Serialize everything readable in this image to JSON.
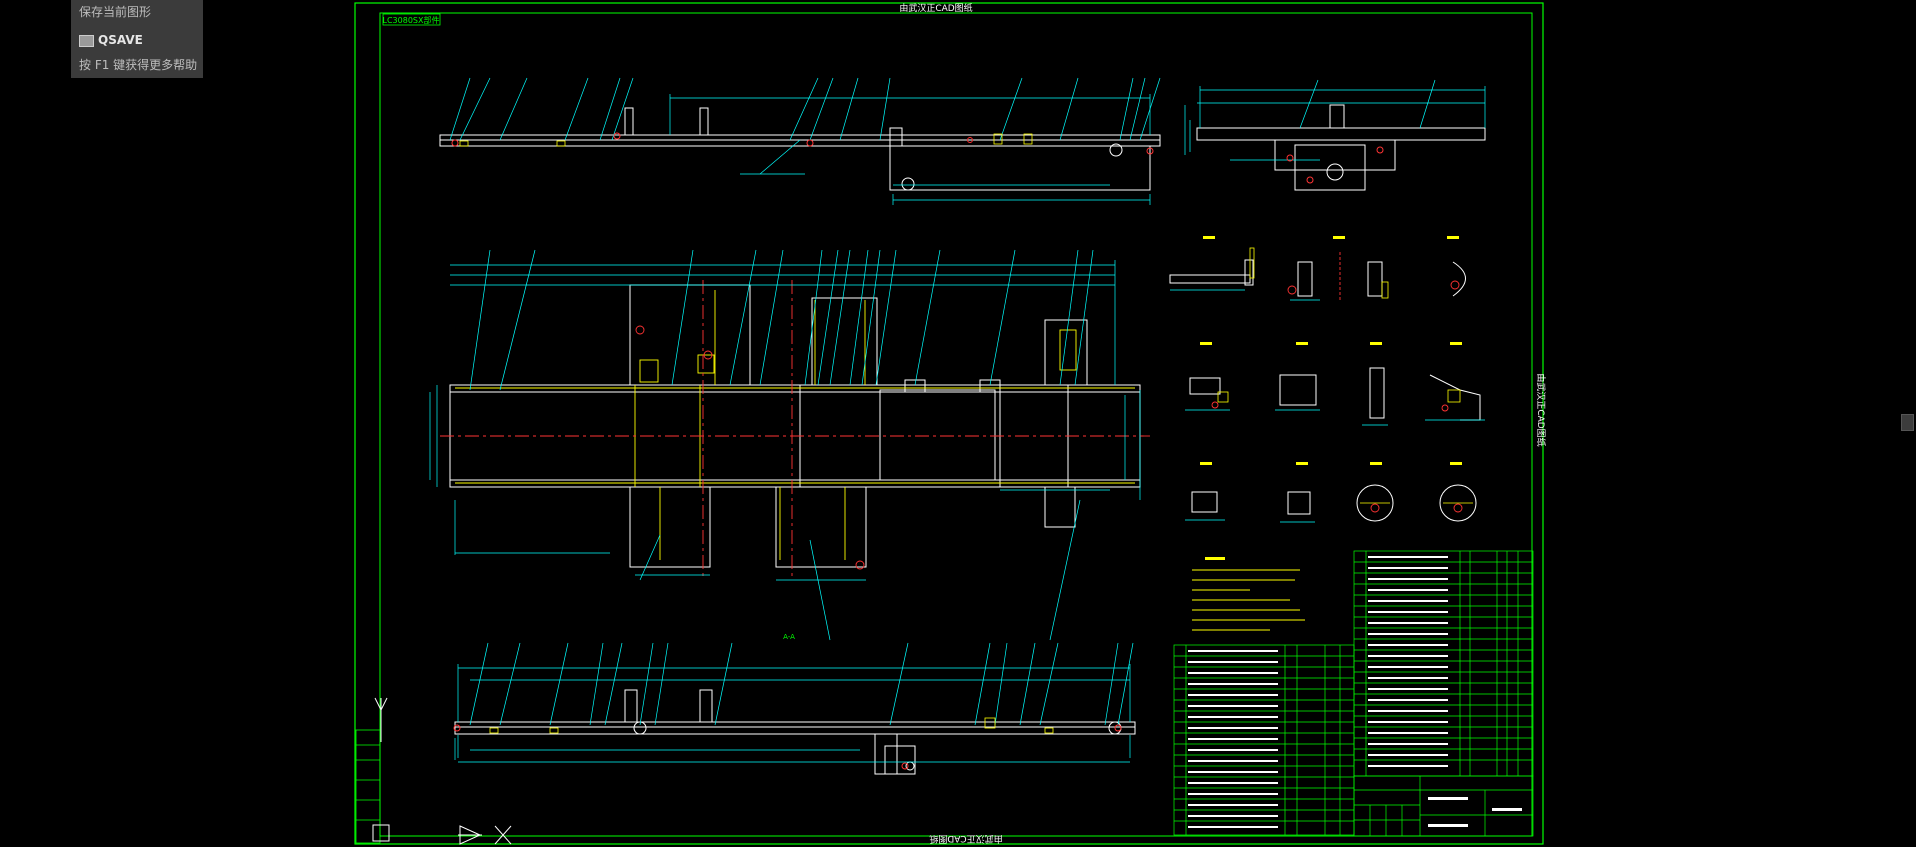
{
  "tooltip": {
    "title": "保存当前图形",
    "command": "QSAVE",
    "help": "按 F1 键获得更多帮助"
  },
  "drawing": {
    "top_watermark": "由武汉正CAD图纸",
    "bottom_watermark": "由武汉正CAD图纸",
    "right_watermark": "由武汉正CAD图纸",
    "drawing_code_box": "LC3080SX部件",
    "section_label": "A-A"
  },
  "colors": {
    "background": "#000000",
    "frame": "#00ff00",
    "geometry": "#ffffff",
    "dimension": "#00ffff",
    "highlight": "#ffff00",
    "annotation": "#ff3333"
  }
}
